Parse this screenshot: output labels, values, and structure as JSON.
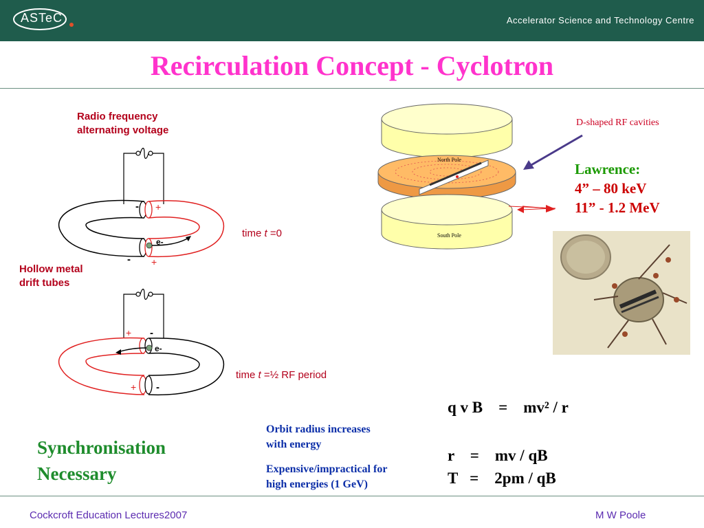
{
  "header": {
    "logo": "ASTeC",
    "org_name": "Accelerator Science and Technology Centre"
  },
  "title": "Recirculation Concept - Cyclotron",
  "diagram": {
    "rf_label": [
      "Radio frequency",
      "alternating voltage"
    ],
    "hollow_label": [
      "Hollow metal",
      "drift tubes"
    ],
    "top": {
      "time_prefix": "time ",
      "time_var": "t",
      "time_suffix": " =0",
      "left_sign_top": "-",
      "right_sign_top": "+",
      "left_sign_bottom": "-",
      "right_sign_bottom": "+",
      "electron": "e-"
    },
    "bottom": {
      "time_prefix": "time ",
      "time_var": "t",
      "time_suffix": " =½ RF period",
      "left_sign_top": "+",
      "right_sign_top": "-",
      "left_sign_bottom": "+",
      "right_sign_bottom": "-",
      "electron": "e-"
    }
  },
  "cyclotron": {
    "north": "North Pole",
    "south": "South Pole",
    "d_label": "D-shaped RF cavities"
  },
  "lawrence": {
    "heading": "Lawrence:",
    "line1": "4” – 80 keV",
    "line2": "11” - 1.2 MeV"
  },
  "sync": [
    "Synchronisation",
    "Necessary"
  ],
  "notes": {
    "orbit": [
      "Orbit radius increases",
      "with energy"
    ],
    "expensive": [
      "Expensive/impractical for",
      "high energies (1 GeV)"
    ]
  },
  "equations": {
    "eq1": "q v B    =    mv² / r",
    "eq2": "r    =    mv / qB",
    "eq3": "T   =    2pm / qB"
  },
  "footer": {
    "left": "Cockcroft Education Lectures2007",
    "right": "M W Poole"
  }
}
